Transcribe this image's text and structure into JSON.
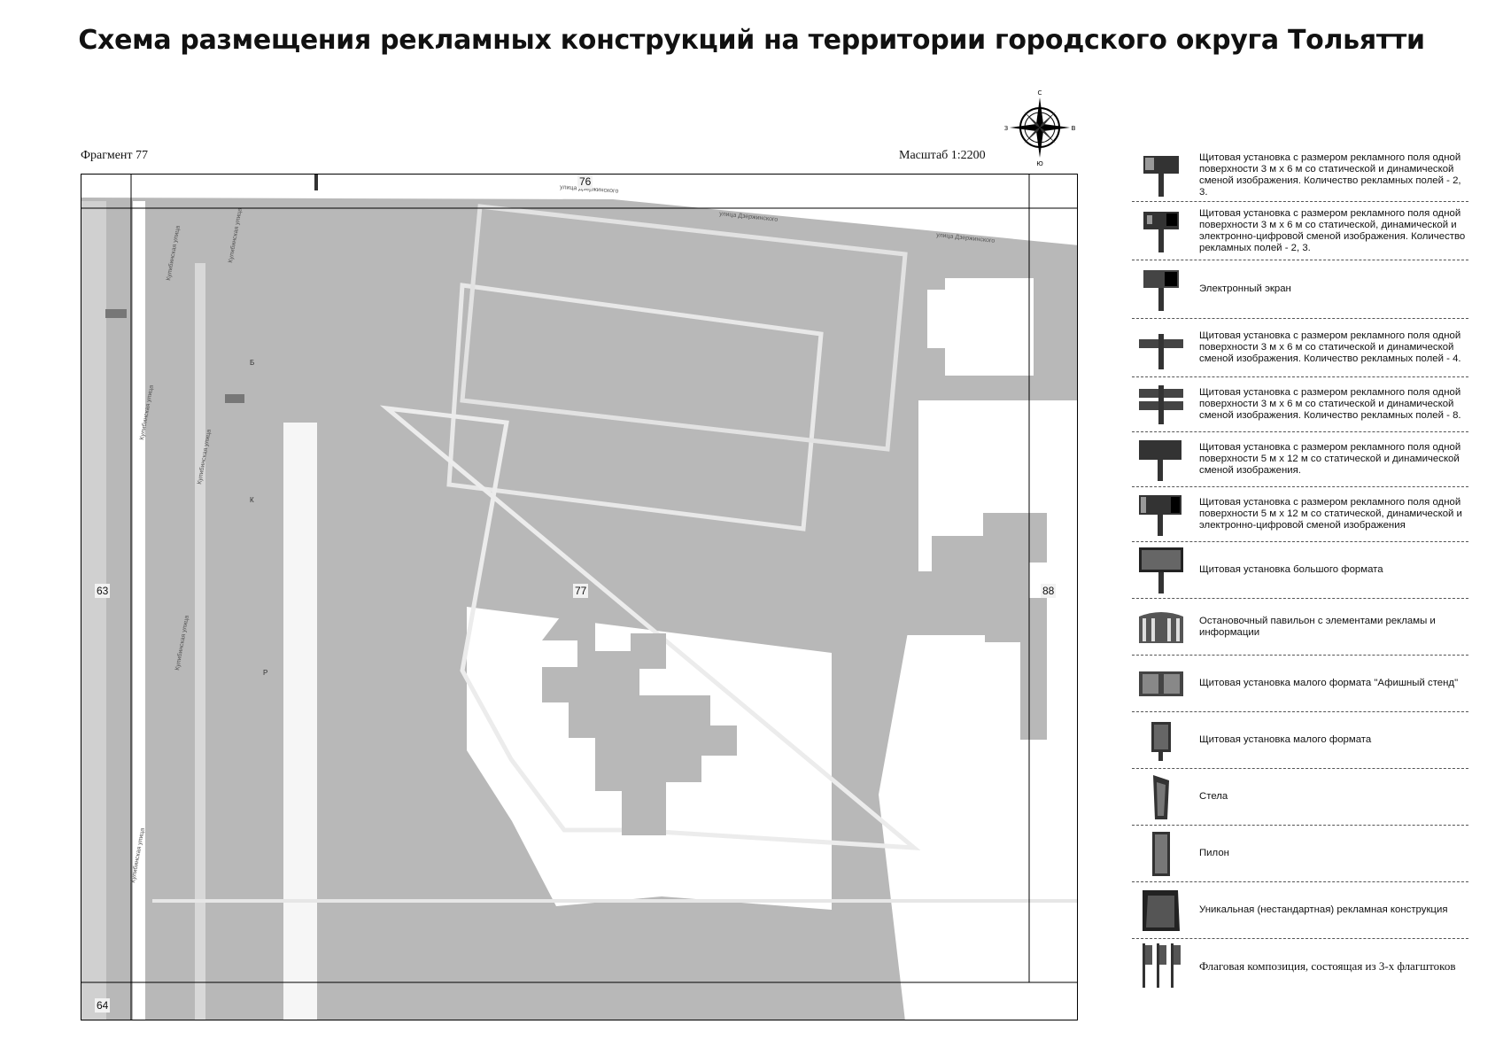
{
  "title": "Схема размещения рекламных конструкций на территории городского округа Тольятти",
  "fragment_label": "Фрагмент 77",
  "scale_label": "Масштаб 1:2200",
  "compass": {
    "north": "С",
    "south": "Ю",
    "west": "З",
    "east": "В"
  },
  "map": {
    "grid_numbers": {
      "top": "76",
      "center": "77",
      "left": "63",
      "right": "88",
      "bottom_left": "64"
    },
    "street_labels": [
      "улица Дзержинского",
      "улица Дзержинского",
      "улица Дзержинского",
      "Кулибинская улица",
      "Кулибинская улица",
      "Кулибинская улица",
      "Кулибинская улица",
      "Кулибинская улица",
      "Кулибинская улица"
    ],
    "marker_letters": [
      "Б",
      "Р",
      "К"
    ]
  },
  "legend": [
    {
      "icon": "billboard-3x6-icon",
      "text": "Щитовая установка с размером рекламного поля одной поверхности 3 м х 6 м со статической и динамической сменой изображения. Количество рекламных полей - 2, 3."
    },
    {
      "icon": "billboard-3x6-digital-icon",
      "text": "Щитовая установка с размером рекламного поля одной поверхности 3 м х 6 м со статической, динамической и электронно-цифровой сменой изображения. Количество рекламных полей - 2, 3."
    },
    {
      "icon": "electronic-screen-icon",
      "text": "Электронный экран"
    },
    {
      "icon": "billboard-4-fields-icon",
      "text": "Щитовая установка с размером рекламного поля одной поверхности 3 м х 6 м со статической и динамической сменой изображения. Количество рекламных полей - 4."
    },
    {
      "icon": "billboard-8-fields-icon",
      "text": "Щитовая установка с размером рекламного поля одной поверхности 3 м х 6 м со статической и динамической сменой изображения. Количество рекламных полей - 8."
    },
    {
      "icon": "billboard-5x12-icon",
      "text": "Щитовая установка с размером рекламного поля одной поверхности 5 м х 12 м со статической и динамической сменой изображения."
    },
    {
      "icon": "billboard-5x12-digital-icon",
      "text": "Щитовая установка с размером рекламного поля одной поверхности 5 м х 12 м со статической, динамической и электронно-цифровой сменой изображения"
    },
    {
      "icon": "large-format-icon",
      "text": "Щитовая установка большого формата"
    },
    {
      "icon": "bus-stop-pavilion-icon",
      "text": "Остановочный павильон с элементами рекламы и информации"
    },
    {
      "icon": "poster-stand-icon",
      "text": "Щитовая установка малого формата \"Афишный стенд\""
    },
    {
      "icon": "small-format-icon",
      "text": "Щитовая установка малого формата"
    },
    {
      "icon": "stela-icon",
      "text": "Стела"
    },
    {
      "icon": "pylon-icon",
      "text": "Пилон"
    },
    {
      "icon": "unique-structure-icon",
      "text": "Уникальная (нестандартная) рекламная конструкция"
    },
    {
      "icon": "flag-composition-icon",
      "text": "Флаговая композиция, состоящая из 3-х флагштоков"
    }
  ]
}
